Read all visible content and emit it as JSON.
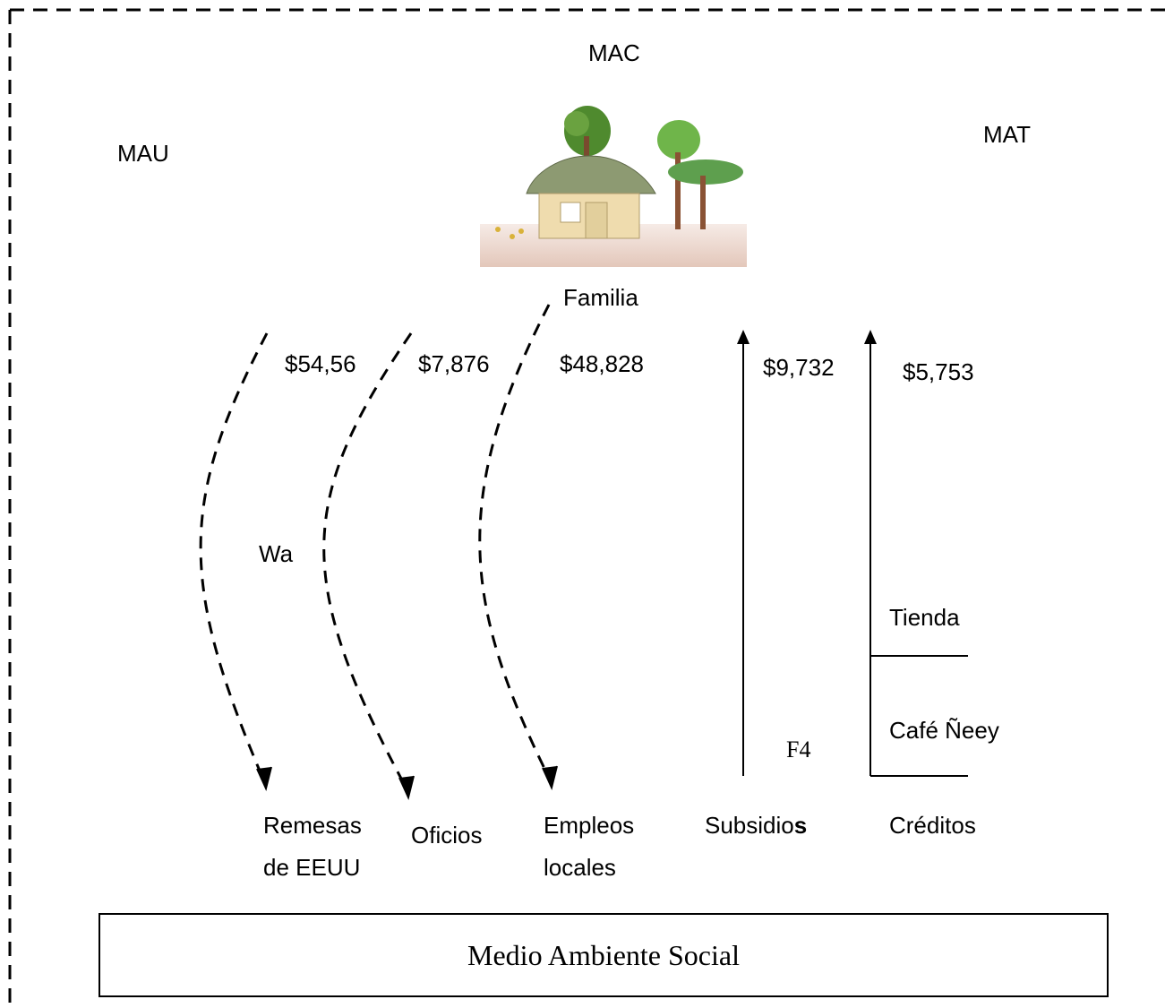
{
  "labels": {
    "mac": "MAC",
    "mau": "MAU",
    "mat": "MAT",
    "familia": "Familia",
    "wa": "Wa",
    "f4": "F4",
    "tienda": "Tienda",
    "cafe": "Café Ñeey"
  },
  "flows": [
    {
      "amount": "$54,56",
      "label": [
        "Remesas",
        "de EEUU"
      ],
      "style": "dashed",
      "direction": "down"
    },
    {
      "amount": "$7,876",
      "label": [
        "Oficios"
      ],
      "style": "dashed",
      "direction": "down"
    },
    {
      "amount": "$48,828",
      "label": [
        "Empleos",
        "locales"
      ],
      "style": "dashed",
      "direction": "down"
    },
    {
      "amount": "$9,732",
      "label_main": "Subsidio",
      "label_bold": "s",
      "style": "solid",
      "direction": "up"
    },
    {
      "amount": "$5,753",
      "label": [
        "Créditos"
      ],
      "style": "solid",
      "direction": "up"
    }
  ],
  "box": {
    "text": "Medio Ambiente Social"
  },
  "image": {
    "description_icon": "house-trees-illustration"
  }
}
